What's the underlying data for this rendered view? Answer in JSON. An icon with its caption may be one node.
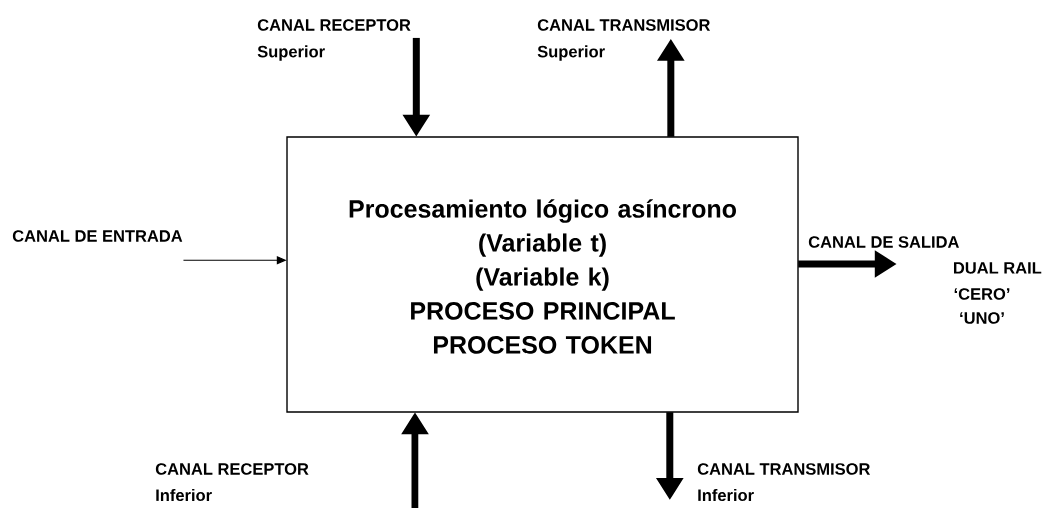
{
  "diagram": {
    "nodes": [
      {
        "text": [
          "Procesamiento lógico asíncrono",
          "(Variable t)",
          "(Variable k)",
          "PROCESO PRINCIPAL",
          "PROCESO TOKEN"
        ]
      },
      {
        "text": [
          "CANAL RECEPTOR",
          "Superior"
        ]
      },
      {
        "text": [
          "CANAL TRANSMISOR",
          "Superior"
        ]
      },
      {
        "text": [
          "CANAL DE ENTRADA"
        ]
      },
      {
        "text": [
          "CANAL DE SALIDA",
          "DUAL RAIL",
          "‘CERO’",
          "‘UNO’"
        ]
      },
      {
        "text": [
          "CANAL RECEPTOR",
          "Inferior"
        ]
      },
      {
        "text": [
          "CANAL TRANSMISOR",
          "Inferior"
        ]
      }
    ],
    "edges": [
      {
        "from": 1,
        "to": 0,
        "arrow": "to"
      },
      {
        "from": 0,
        "to": 2,
        "arrow": "to"
      },
      {
        "from": 3,
        "to": 0,
        "arrow": "to"
      },
      {
        "from": 0,
        "to": 4,
        "arrow": "to"
      },
      {
        "from": null,
        "to": 0,
        "arrow": "to"
      },
      {
        "from": 0,
        "to": 6,
        "arrow": "to"
      }
    ]
  }
}
